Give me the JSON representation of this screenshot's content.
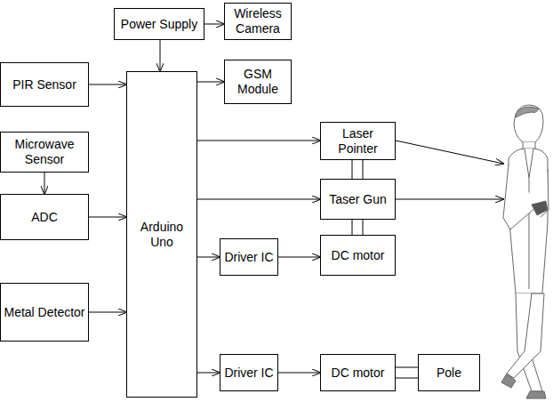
{
  "diagram": {
    "nodes": [
      {
        "text": [
          "Power Supply"
        ]
      },
      {
        "text": [
          "Wireless Camera"
        ]
      },
      {
        "text": [
          "PIR Sensor"
        ]
      },
      {
        "text": [
          "GSM Module"
        ]
      },
      {
        "text": [
          "Microwave Sensor"
        ]
      },
      {
        "text": [
          "Arduino Uno"
        ]
      },
      {
        "text": [
          "Laser Pointer"
        ]
      },
      {
        "text": [
          "ADC"
        ]
      },
      {
        "text": [
          "Taser Gun"
        ]
      },
      {
        "text": [
          "Metal Detector"
        ]
      },
      {
        "text": [
          "Driver IC"
        ]
      },
      {
        "text": [
          "DC motor"
        ]
      },
      {
        "text": [
          "Driver IC"
        ]
      },
      {
        "text": [
          "DC motor"
        ]
      },
      {
        "text": [
          "Pole"
        ]
      }
    ],
    "edges": [
      {
        "from": 0,
        "to": 1,
        "arrow": "to"
      },
      {
        "from": 0,
        "to": 5,
        "arrow": "to"
      },
      {
        "from": 2,
        "to": 5,
        "arrow": "to"
      },
      {
        "from": 4,
        "to": 7,
        "arrow": "to"
      },
      {
        "from": 7,
        "to": 5,
        "arrow": "to"
      },
      {
        "from": 9,
        "to": 5,
        "arrow": "to"
      },
      {
        "from": 5,
        "to": 3,
        "arrow": "to"
      },
      {
        "from": 5,
        "to": 6,
        "arrow": "to"
      },
      {
        "from": 5,
        "to": 8,
        "arrow": "to"
      },
      {
        "from": 6,
        "to": 8,
        "arrow": "none"
      },
      {
        "from": 5,
        "to": 10,
        "arrow": "to"
      },
      {
        "from": 10,
        "to": 11,
        "arrow": "to"
      },
      {
        "from": 8,
        "to": 11,
        "arrow": "none"
      },
      {
        "from": 5,
        "to": 12,
        "arrow": "to"
      },
      {
        "from": 12,
        "to": 13,
        "arrow": "to"
      },
      {
        "from": 13,
        "to": 14,
        "arrow": "none"
      }
    ]
  }
}
